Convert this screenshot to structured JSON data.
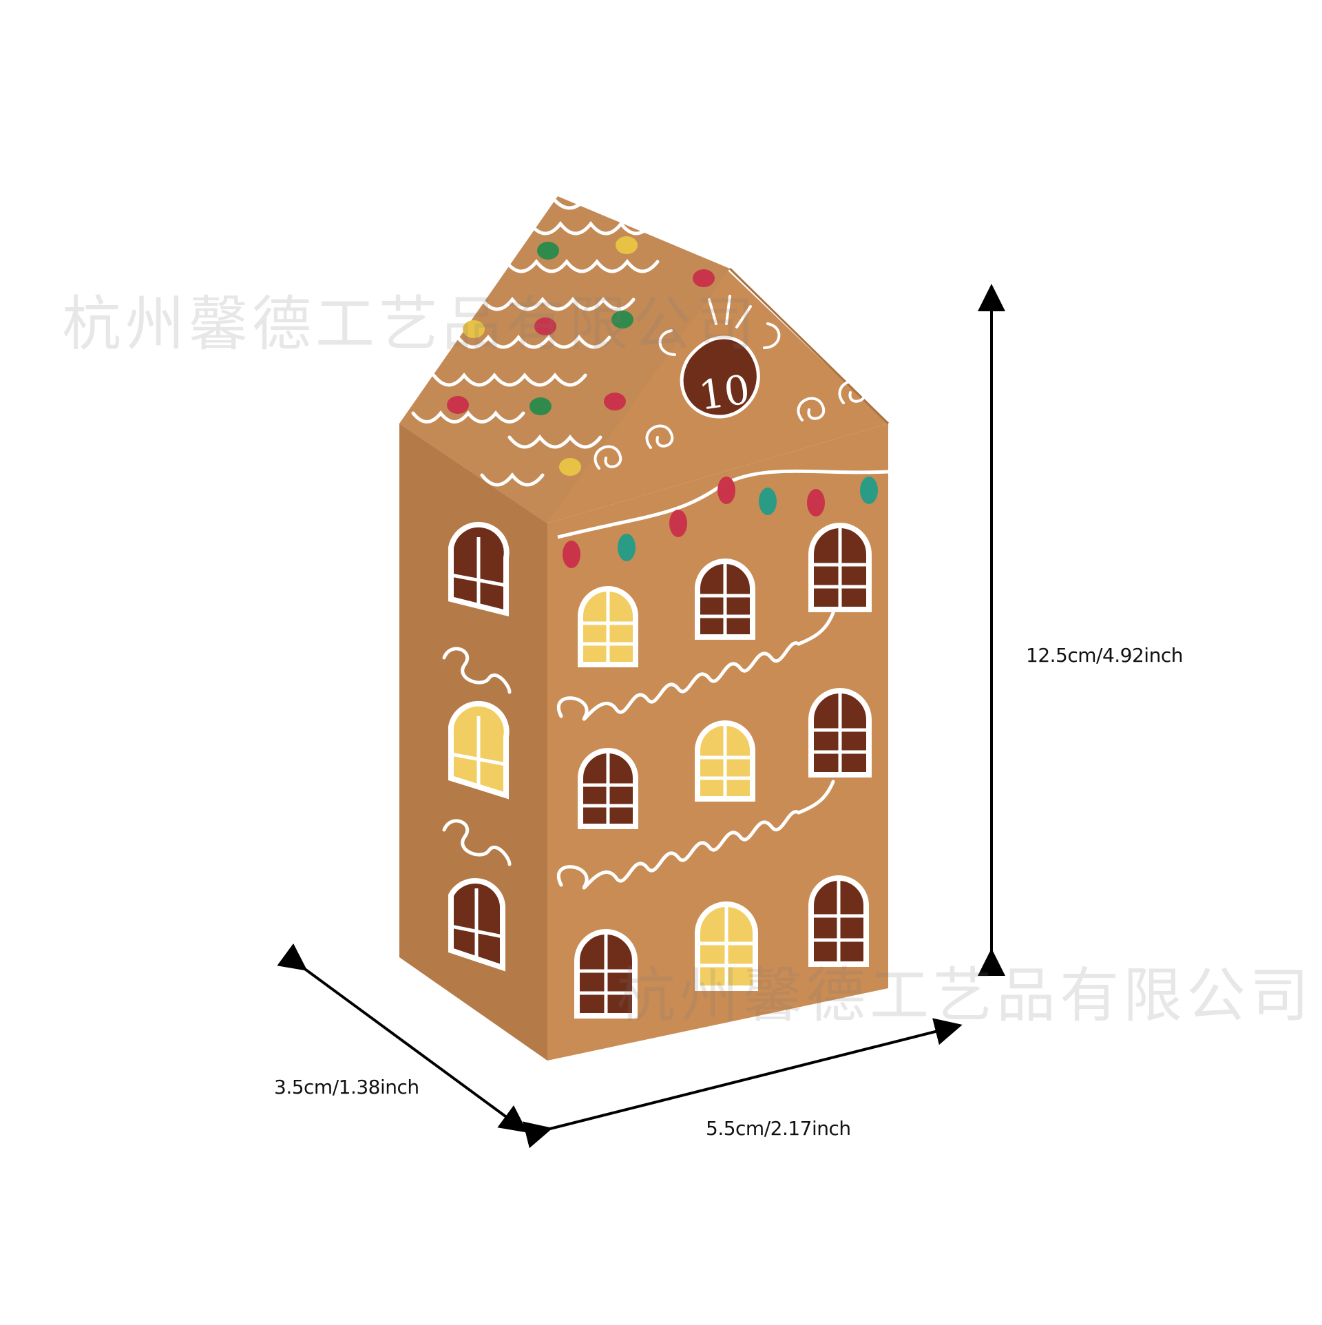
{
  "product": {
    "name": "gingerbread-house-gift-box",
    "box_number": "10"
  },
  "dimensions": {
    "height_label": "12.5cm/4.92inch",
    "width_label": "5.5cm/2.17inch",
    "depth_label": "3.5cm/1.38inch"
  },
  "watermark": {
    "text": "杭州馨德工艺品有限公司"
  },
  "colors": {
    "front_wall": "#c98c55",
    "side_wall": "#b47a48",
    "roof": "#c48a56",
    "icing": "#ffffff",
    "dark_window": "#6e2e1a",
    "lit_window": "#f2cd62",
    "candy_red": "#c9344a",
    "candy_green": "#2f8a4b",
    "candy_yellow": "#e8c245",
    "bulb_teal": "#2a9c86",
    "arrow": "#000000"
  }
}
